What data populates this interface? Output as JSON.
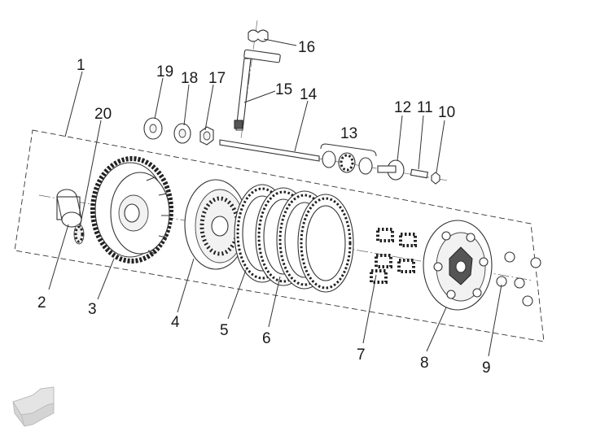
{
  "diagram": {
    "callouts": [
      {
        "id": "c1",
        "text": "1"
      },
      {
        "id": "c2",
        "text": "2"
      },
      {
        "id": "c3",
        "text": "3"
      },
      {
        "id": "c4",
        "text": "4"
      },
      {
        "id": "c5",
        "text": "5"
      },
      {
        "id": "c6",
        "text": "6"
      },
      {
        "id": "c7",
        "text": "7"
      },
      {
        "id": "c8",
        "text": "8"
      },
      {
        "id": "c9",
        "text": "9"
      },
      {
        "id": "c10",
        "text": "10"
      },
      {
        "id": "c11",
        "text": "11"
      },
      {
        "id": "c12",
        "text": "12"
      },
      {
        "id": "c13",
        "text": "13"
      },
      {
        "id": "c14",
        "text": "14"
      },
      {
        "id": "c15",
        "text": "15"
      },
      {
        "id": "c16",
        "text": "16"
      },
      {
        "id": "c17",
        "text": "17"
      },
      {
        "id": "c18",
        "text": "18"
      },
      {
        "id": "c19",
        "text": "19"
      },
      {
        "id": "c20",
        "text": "20"
      }
    ],
    "line_color": "#333333",
    "nav_arrow_color": "#d4d4d4",
    "nav_arrow_icon": "navigation-arrow-icon"
  }
}
